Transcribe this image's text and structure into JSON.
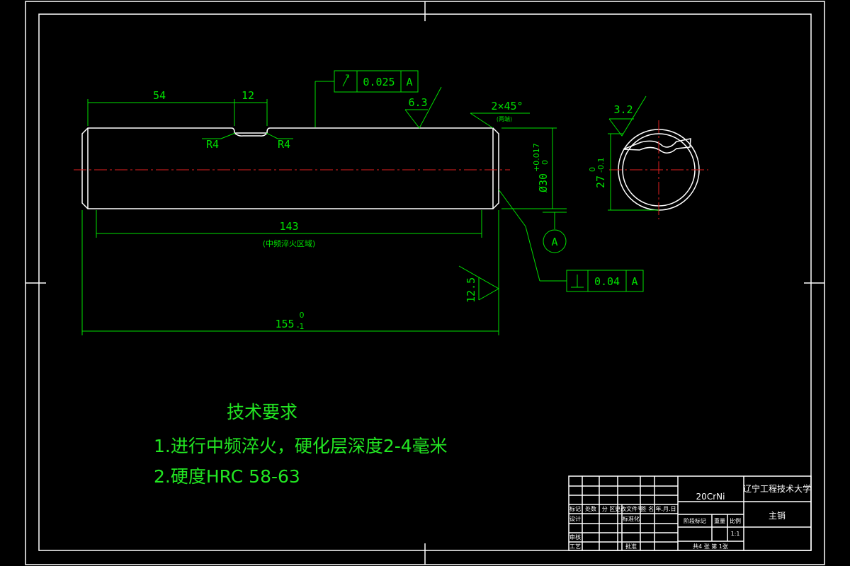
{
  "dimensions": {
    "len_54": "54",
    "len_12": "12",
    "radius_left": "R4",
    "radius_right": "R4",
    "chamfer": "2×45°",
    "chamfer_note": "(两端)",
    "len_143": "143",
    "len_143_note": "(中频淬火区域)",
    "len_155": "155",
    "len_155_tol_upper": "0",
    "len_155_tol_lower": "-1",
    "diameter": "Ø30",
    "diameter_tol_upper": "+0.017",
    "diameter_tol_lower": "0",
    "flat_depth": "27",
    "flat_tol_upper": "0",
    "flat_tol_lower": "-0.1"
  },
  "roughness": {
    "top": "6.3",
    "end": "12.5",
    "section": "3.2"
  },
  "tolerances": {
    "runout_value": "0.025",
    "runout_datum": "A",
    "perp_value": "0.04",
    "perp_datum": "A",
    "datum_label": "A"
  },
  "requirements": {
    "title": "技术要求",
    "item1": "1.进行中频淬火，硬化层深度2-4毫米",
    "item2": "2.硬度HRC 58-63"
  },
  "title_block": {
    "material": "20CrNi",
    "school": "辽宁工程技术大学",
    "part_name": "主销",
    "scale": "1:1",
    "row_labels": [
      "标记",
      "处数",
      "分 区",
      "更改文件号",
      "签 名",
      "年.月.日"
    ],
    "design": "设计",
    "standard": "标准化",
    "review": "审核",
    "process": "工艺",
    "approve": "批准",
    "stage_mark": "阶段标记",
    "weight": "重量",
    "ratio": "比例",
    "sheets": "共4 张 第 1张"
  }
}
